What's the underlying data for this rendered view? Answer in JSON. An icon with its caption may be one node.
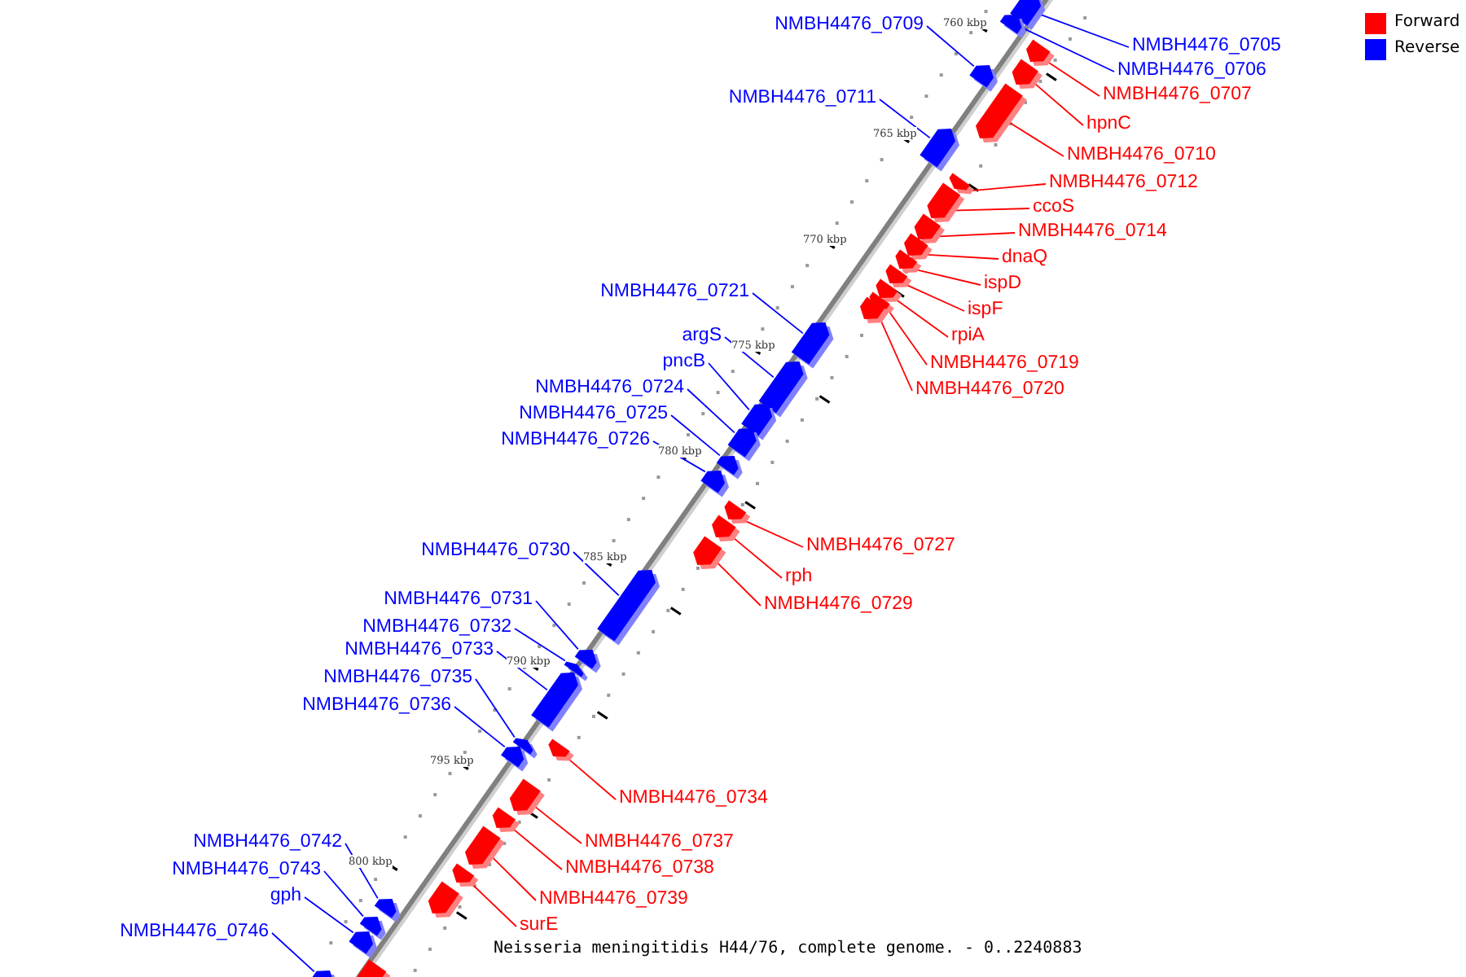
{
  "diagram": {
    "caption": "Neisseria meningitidis H44/76, complete genome. - 0..2240883",
    "nodes": [
      {
        "text": [
          "NMBH4476_0705"
        ]
      },
      {
        "text": [],
        "shape": "bar"
      },
      {
        "text": [
          "NMBH4476_0706"
        ]
      },
      {
        "text": [],
        "shape": "bar"
      },
      {
        "text": [
          "NMBH4476_0707"
        ]
      },
      {
        "text": [],
        "shape": "bar"
      },
      {
        "text": [
          "hpnC"
        ]
      },
      {
        "text": [],
        "shape": "bar"
      },
      {
        "text": [
          "NMBH4476_0709"
        ]
      },
      {
        "text": [],
        "shape": "bar"
      },
      {
        "text": [
          "NMBH4476_0710"
        ]
      },
      {
        "text": [],
        "shape": "bar"
      },
      {
        "text": [
          "NMBH4476_0711"
        ]
      },
      {
        "text": [],
        "shape": "bar"
      },
      {
        "text": [
          "NMBH4476_0712"
        ]
      },
      {
        "text": [],
        "shape": "bar"
      },
      {
        "text": [
          "ccoS"
        ]
      },
      {
        "text": [],
        "shape": "bar"
      },
      {
        "text": [
          "NMBH4476_0714"
        ]
      },
      {
        "text": [],
        "shape": "bar"
      },
      {
        "text": [
          "dnaQ"
        ]
      },
      {
        "text": [],
        "shape": "bar"
      },
      {
        "text": [
          "ispD"
        ]
      },
      {
        "text": [],
        "shape": "bar"
      },
      {
        "text": [
          "ispF"
        ]
      },
      {
        "text": [],
        "shape": "bar"
      },
      {
        "text": [
          "rpiA"
        ]
      },
      {
        "text": [],
        "shape": "bar"
      },
      {
        "text": [
          "NMBH4476_0719"
        ]
      },
      {
        "text": [],
        "shape": "bar"
      },
      {
        "text": [
          "NMBH4476_0720"
        ]
      },
      {
        "text": [],
        "shape": "bar"
      },
      {
        "text": [
          "NMBH4476_0721"
        ]
      },
      {
        "text": [],
        "shape": "bar"
      },
      {
        "text": [
          "argS"
        ]
      },
      {
        "text": [],
        "shape": "bar"
      },
      {
        "text": [
          "pncB"
        ]
      },
      {
        "text": [],
        "shape": "bar"
      },
      {
        "text": [
          "NMBH4476_0724"
        ]
      },
      {
        "text": [],
        "shape": "bar"
      },
      {
        "text": [
          "NMBH4476_0725"
        ]
      },
      {
        "text": [],
        "shape": "bar"
      },
      {
        "text": [
          "NMBH4476_0726"
        ]
      },
      {
        "text": [],
        "shape": "bar"
      },
      {
        "text": [
          "NMBH4476_0727"
        ]
      },
      {
        "text": [],
        "shape": "bar"
      },
      {
        "text": [
          "rph"
        ]
      },
      {
        "text": [],
        "shape": "bar"
      },
      {
        "text": [
          "NMBH4476_0729"
        ]
      },
      {
        "text": [],
        "shape": "bar"
      },
      {
        "text": [
          "NMBH4476_0730"
        ]
      },
      {
        "text": [],
        "shape": "bar"
      },
      {
        "text": [
          "NMBH4476_0731"
        ]
      },
      {
        "text": [],
        "shape": "bar"
      },
      {
        "text": [
          "NMBH4476_0732"
        ]
      },
      {
        "text": [],
        "shape": "bar"
      },
      {
        "text": [
          "NMBH4476_0733"
        ]
      },
      {
        "text": [],
        "shape": "bar"
      },
      {
        "text": [
          "NMBH4476_0735"
        ]
      },
      {
        "text": [],
        "shape": "bar"
      },
      {
        "text": [
          "NMBH4476_0736"
        ]
      },
      {
        "text": [],
        "shape": "bar"
      },
      {
        "text": [
          "NMBH4476_0734"
        ]
      },
      {
        "text": [],
        "shape": "bar"
      },
      {
        "text": [
          "NMBH4476_0737"
        ]
      },
      {
        "text": [],
        "shape": "bar"
      },
      {
        "text": [
          "NMBH4476_0738"
        ]
      },
      {
        "text": [],
        "shape": "bar"
      },
      {
        "text": [
          "NMBH4476_0739"
        ]
      },
      {
        "text": [],
        "shape": "bar"
      },
      {
        "text": [
          "surE"
        ]
      },
      {
        "text": [],
        "shape": "bar"
      },
      {
        "text": [
          "NMBH4476_0742"
        ]
      },
      {
        "text": [],
        "shape": "bar"
      },
      {
        "text": [
          "NMBH4476_0743"
        ]
      },
      {
        "text": [],
        "shape": "bar"
      },
      {
        "text": [
          "gph"
        ]
      },
      {
        "text": [],
        "shape": "bar"
      },
      {
        "text": [
          "NMBH4476_0746"
        ]
      },
      {
        "text": [],
        "shape": "bar"
      },
      {
        "text": [],
        "shape": "bar"
      },
      {
        "text": [],
        "shape": "bar"
      }
    ],
    "edges": [
      {
        "from": 0,
        "to": 1,
        "arrow": "none"
      },
      {
        "from": 2,
        "to": 3,
        "arrow": "none"
      },
      {
        "from": 4,
        "to": 5,
        "arrow": "none",
        "color": "#ff0000"
      },
      {
        "from": 6,
        "to": 7,
        "arrow": "none",
        "color": "#ff0000"
      },
      {
        "from": 8,
        "to": 9,
        "arrow": "none"
      },
      {
        "from": 10,
        "to": 11,
        "arrow": "none",
        "color": "#ff0000"
      },
      {
        "from": 12,
        "to": 13,
        "arrow": "none"
      },
      {
        "from": 14,
        "to": 15,
        "arrow": "none",
        "color": "#ff0000"
      },
      {
        "from": 16,
        "to": 17,
        "arrow": "none",
        "color": "#ff0000"
      },
      {
        "from": 18,
        "to": 19,
        "arrow": "none",
        "color": "#ff0000"
      },
      {
        "from": 20,
        "to": 21,
        "arrow": "none",
        "color": "#ff0000"
      },
      {
        "from": 22,
        "to": 23,
        "arrow": "none",
        "color": "#ff0000"
      },
      {
        "from": 24,
        "to": 25,
        "arrow": "none",
        "color": "#ff0000"
      },
      {
        "from": 26,
        "to": 27,
        "arrow": "none",
        "color": "#ff0000"
      },
      {
        "from": 28,
        "to": 29,
        "arrow": "none",
        "color": "#ff0000"
      },
      {
        "from": 30,
        "to": 31,
        "arrow": "none",
        "color": "#ff0000"
      },
      {
        "from": 32,
        "to": 33,
        "arrow": "none"
      },
      {
        "from": 34,
        "to": 35,
        "arrow": "none"
      },
      {
        "from": 36,
        "to": 37,
        "arrow": "none"
      },
      {
        "from": 38,
        "to": 39,
        "arrow": "none"
      },
      {
        "from": 40,
        "to": 41,
        "arrow": "none"
      },
      {
        "from": 42,
        "to": 43,
        "arrow": "none"
      },
      {
        "from": 44,
        "to": 45,
        "arrow": "none",
        "color": "#ff0000"
      },
      {
        "from": 46,
        "to": 47,
        "arrow": "none",
        "color": "#ff0000"
      },
      {
        "from": 48,
        "to": 49,
        "arrow": "none",
        "color": "#ff0000"
      },
      {
        "from": 50,
        "to": 51,
        "arrow": "none"
      },
      {
        "from": 52,
        "to": 53,
        "arrow": "none"
      },
      {
        "from": 54,
        "to": 55,
        "arrow": "none"
      },
      {
        "from": 56,
        "to": 57,
        "arrow": "none"
      },
      {
        "from": 58,
        "to": 59,
        "arrow": "none"
      },
      {
        "from": 60,
        "to": 61,
        "arrow": "none"
      },
      {
        "from": 62,
        "to": 63,
        "arrow": "none",
        "color": "#ff0000"
      },
      {
        "from": 64,
        "to": 65,
        "arrow": "none",
        "color": "#ff0000"
      },
      {
        "from": 66,
        "to": 67,
        "arrow": "none",
        "color": "#ff0000"
      },
      {
        "from": 68,
        "to": 69,
        "arrow": "none",
        "color": "#ff0000"
      },
      {
        "from": 70,
        "to": 71,
        "arrow": "none",
        "color": "#ff0000"
      },
      {
        "from": 72,
        "to": 73,
        "arrow": "none"
      },
      {
        "from": 74,
        "to": 75,
        "arrow": "none"
      },
      {
        "from": 76,
        "to": 77,
        "arrow": "none"
      },
      {
        "from": 78,
        "to": 79,
        "arrow": "none"
      }
    ],
    "labels": [
      "760 kbp",
      "765 kbp",
      "770 kbp",
      "775 kbp",
      "780 kbp",
      "785 kbp",
      "790 kbp",
      "795 kbp",
      "800 kbp"
    ],
    "legend": [
      {
        "text": "Forward",
        "color": "#ff0000"
      },
      {
        "text": "Reverse",
        "color": "#0000ff"
      }
    ]
  }
}
